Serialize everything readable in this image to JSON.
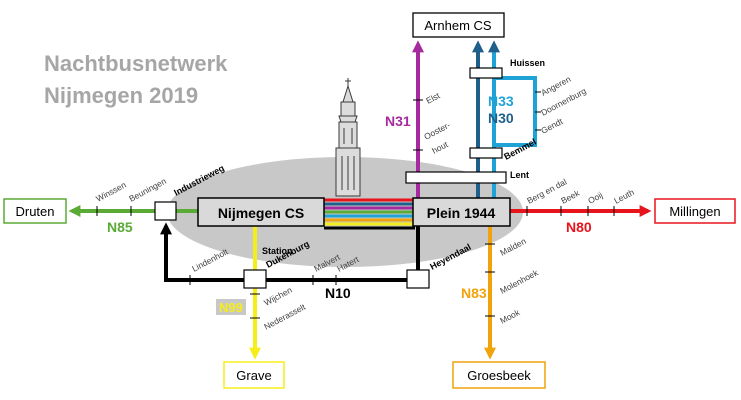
{
  "title": {
    "line1": "Nachtbusnetwerk",
    "line2": "Nijmegen 2019"
  },
  "hubs": {
    "nijmegen_cs": "Nijmegen CS",
    "plein_1944": "Plein 1944"
  },
  "terminals": {
    "arnhem": "Arnhem CS",
    "druten": "Druten",
    "millingen": "Millingen",
    "grave": "Grave",
    "groesbeek": "Groesbeek"
  },
  "nodes": {
    "industrieweg": "Industrieweg",
    "station_dukenburg_1": "Station",
    "station_dukenburg_2": "Dukenburg",
    "heyendaal": "Heyendaal",
    "huissen": "Huissen",
    "bemmel": "Bemmel",
    "lent": "Lent"
  },
  "lines": {
    "n31": {
      "label": "N31",
      "color": "#a52a9e"
    },
    "n33": {
      "label": "N33",
      "color": "#1fa2d6"
    },
    "n30": {
      "label": "N30",
      "color": "#1f5f8b"
    },
    "n85": {
      "label": "N85",
      "color": "#5aaa35"
    },
    "n80": {
      "label": "N80",
      "color": "#e8141b"
    },
    "n10": {
      "label": "N10",
      "color": "#000000"
    },
    "n99": {
      "label": "N99",
      "color": "#f5ee1a"
    },
    "n83": {
      "label": "N83",
      "color": "#f0a30a"
    }
  },
  "stops": {
    "elst": "Elst",
    "oosterhout_1": "Ooster-",
    "oosterhout_2": "hout",
    "angeren": "Angeren",
    "doornenburg": "Doornenburg",
    "gendt": "Gendt",
    "winssen": "Winssen",
    "beuningen": "Beuningen",
    "berg_en_dal": "Berg en dal",
    "beek": "Beek",
    "ooij": "Ooij",
    "leuth": "Leuth",
    "lindenholt": "Lindenholt",
    "malvert": "Malvert",
    "hatert": "Hatert",
    "wijchen": "Wijchen",
    "nederasselt": "Nederasselt",
    "malden": "Malden",
    "molenhoek": "Molenhoek",
    "mook": "Mook"
  },
  "colors": {
    "title": "#a6a6a6",
    "city_area": "#c8c8c8",
    "hub_fill": "#d9d9d9",
    "stop_text": "#404040"
  },
  "icons": {
    "landmark": "church-tower-icon"
  }
}
